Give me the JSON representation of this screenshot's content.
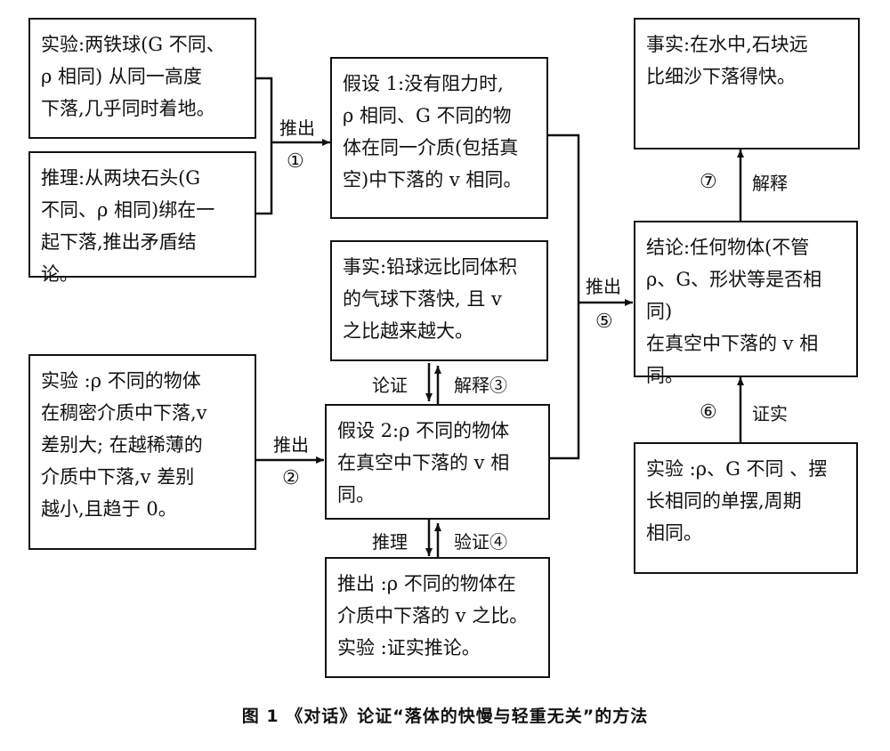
{
  "boxes": {
    "exp1": "实验:两铁球(G 不同、\nρ 相同) 从同一高度\n下落,几乎同时着地。",
    "reason1": "推理:从两块石头(G\n不同、ρ 相同)绑在一\n起下落,推出矛盾结\n论。",
    "hyp1": "假设 1:没有阻力时,\nρ 相同、G 不同的物\n体在同一介质(包括真\n空)中下落的 v 相同。",
    "fact_water": "事实:在水中,石块远\n比细沙下落得快。",
    "fact_ball": "事实:铅球远比同体积\n的气球下落快, 且 v\n之比越来越大。",
    "exp2": "实验 :ρ 不同的物体\n在稠密介质中下落,v\n差别大; 在越稀薄的\n介质中下落,v 差别\n越小,且趋于 0。",
    "hyp2": "假设 2:ρ 不同的物体\n在真空中下落的 v 相\n同。",
    "conclusion": "结论:任何物体(不管\nρ、G、形状等是否相同)\n在真空中下落的 v 相\n同。",
    "pendulum": "实验 :ρ、G 不同 、摆\n长相同的单摆,周期\n相同。",
    "deduce": "推出 :ρ 不同的物体在\n介质中下落的 v 之比。\n实验 :证实推论。"
  },
  "labels": {
    "l1_text": "推出",
    "l1_num": "①",
    "l2_text": "推出",
    "l2_num": "②",
    "l3_left": "论证",
    "l3_right": "解释③",
    "l4_left": "推理",
    "l4_right": "验证④",
    "l5_text": "推出",
    "l5_num": "⑤",
    "l6_num": "⑥",
    "l6_text": "证实",
    "l7_num": "⑦",
    "l7_text": "解释"
  },
  "caption": "图 1 《对话》论证“落体的快慢与轻重无关”的方法"
}
